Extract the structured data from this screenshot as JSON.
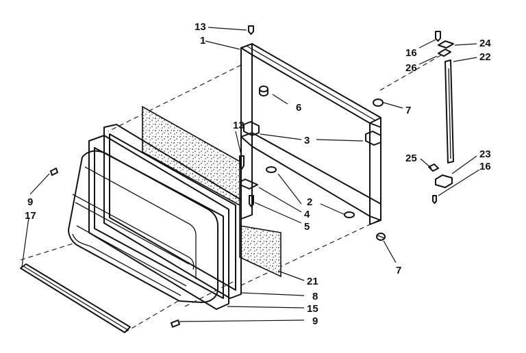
{
  "diagram": {
    "callouts": {
      "c13_top": "13",
      "c1": "1",
      "c6": "6",
      "c7_top": "7",
      "c3": "3",
      "c13_mid": "13",
      "c2": "2",
      "c4": "4",
      "c5": "5",
      "c7_bot": "7",
      "c21": "21",
      "c8": "8",
      "c15": "15",
      "c9_bot": "9",
      "c9_left": "9",
      "c17": "17",
      "c16_top": "16",
      "c24": "24",
      "c26": "26",
      "c22": "22",
      "c25": "25",
      "c23": "23",
      "c16_bot": "16"
    }
  }
}
